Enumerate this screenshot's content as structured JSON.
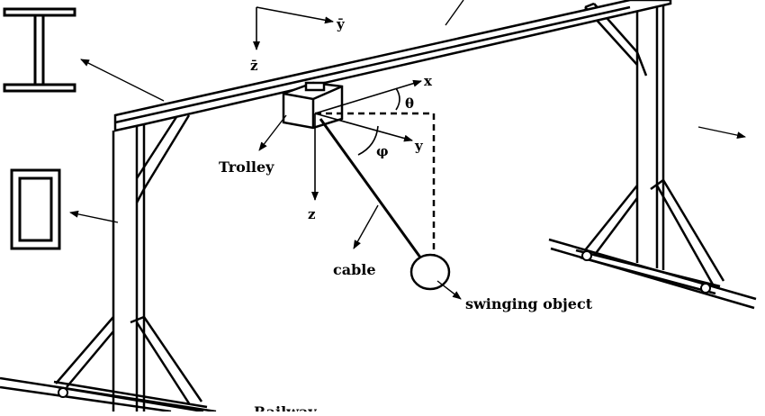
{
  "labels": {
    "trolley": "Trolley",
    "cable": "cable",
    "swinging_object": "swinging object",
    "railway": "Railway"
  },
  "axes": {
    "global_y": "ȳ",
    "global_z": "z̄",
    "local_x": "x",
    "local_y": "y",
    "local_z": "z",
    "theta": "θ",
    "phi": "φ"
  },
  "colors": {
    "ink": "#000000",
    "fill": "#ffffff"
  }
}
